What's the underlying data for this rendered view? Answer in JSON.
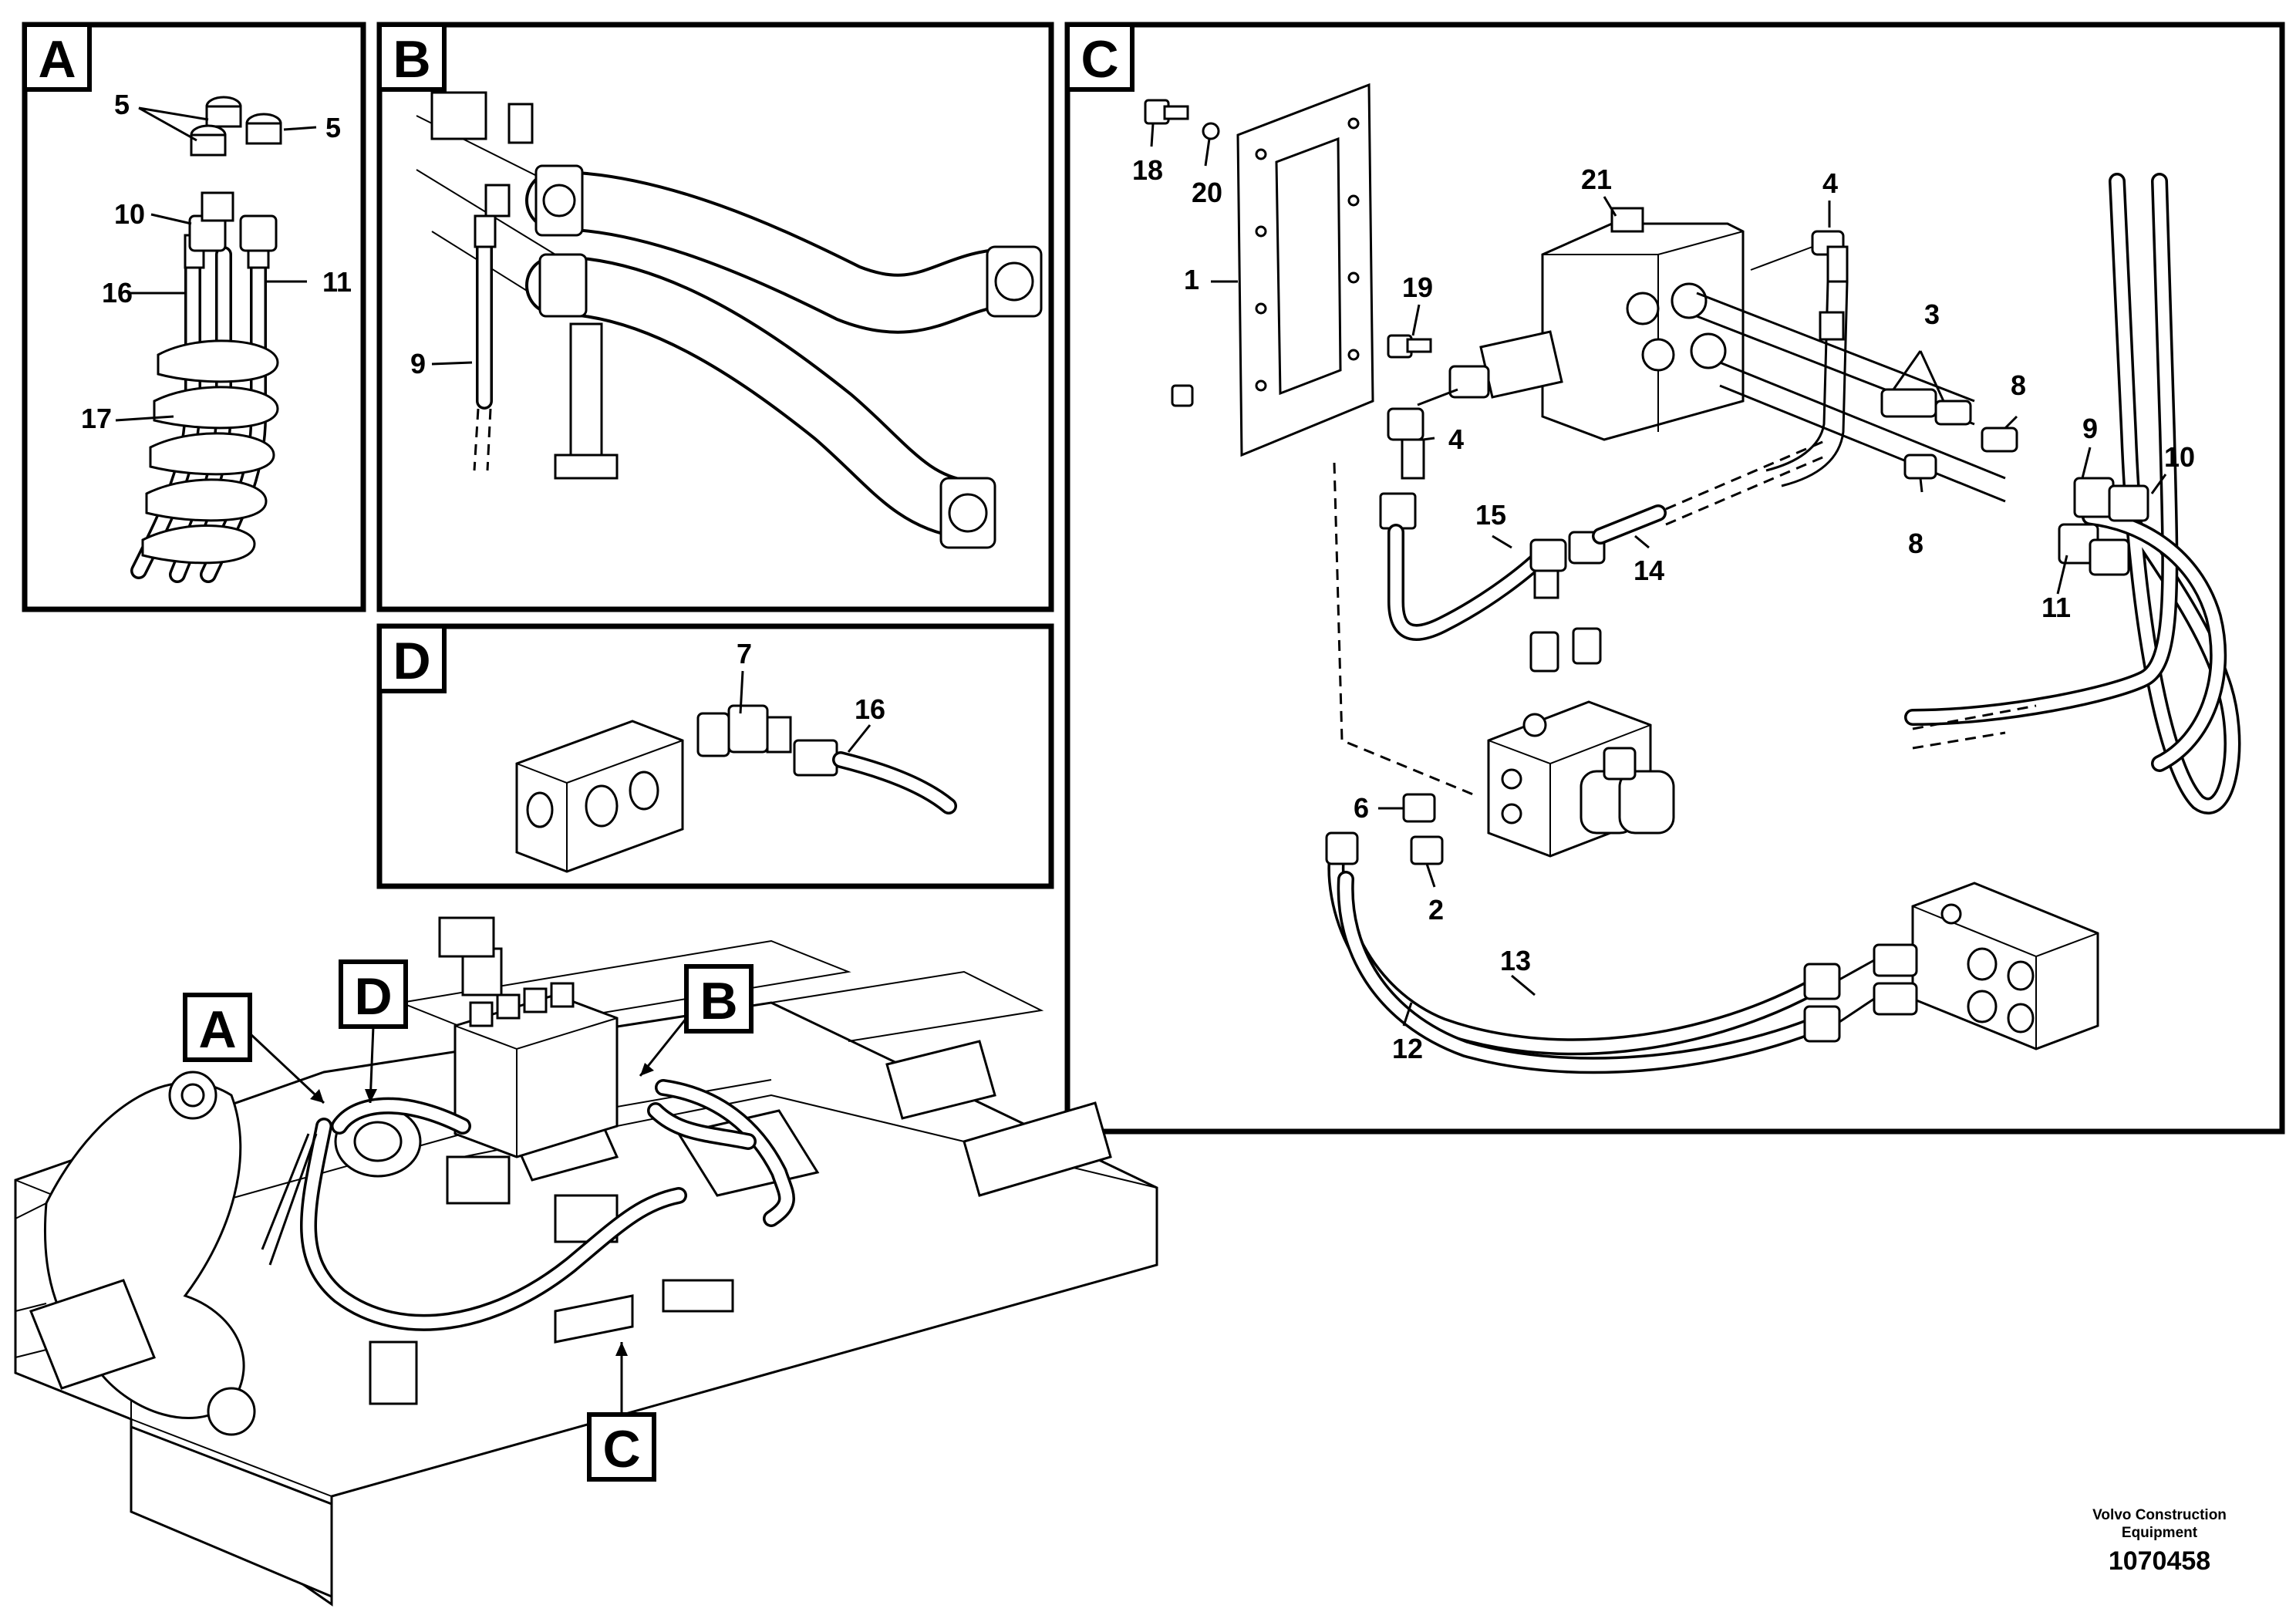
{
  "panels": {
    "A": {
      "tag": "A",
      "labels": [
        "5",
        "5",
        "10",
        "16",
        "11",
        "17"
      ]
    },
    "B": {
      "tag": "B",
      "labels": [
        "9"
      ]
    },
    "C": {
      "tag": "C",
      "labels": [
        "18",
        "20",
        "1",
        "19",
        "21",
        "4",
        "4",
        "3",
        "8",
        "8",
        "9",
        "10",
        "11",
        "15",
        "14",
        "6",
        "2",
        "13",
        "12"
      ]
    },
    "D": {
      "tag": "D",
      "labels": [
        "7",
        "16"
      ]
    }
  },
  "overview": {
    "tags": [
      "A",
      "D",
      "B",
      "C"
    ]
  },
  "footer": {
    "company": "Volvo Construction Equipment",
    "figure_number": "1070458"
  }
}
